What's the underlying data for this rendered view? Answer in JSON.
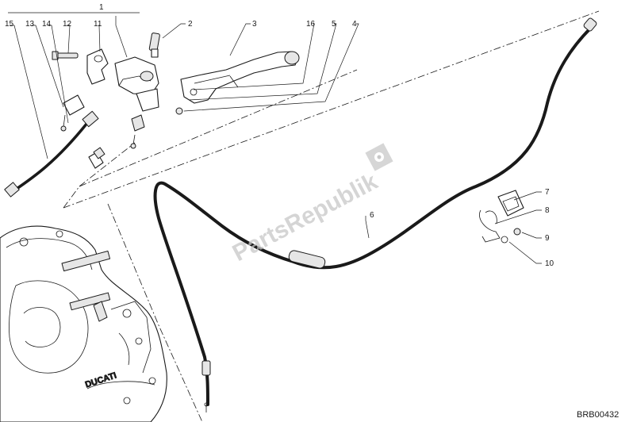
{
  "diagram": {
    "watermark": "PartsRepublik",
    "drawing_code": "BRB00432",
    "brand_text": "DUCATI",
    "callouts": [
      "1",
      "2",
      "3",
      "4",
      "5",
      "6",
      "7",
      "8",
      "9",
      "10",
      "11",
      "12",
      "13",
      "14",
      "15",
      "16"
    ]
  }
}
